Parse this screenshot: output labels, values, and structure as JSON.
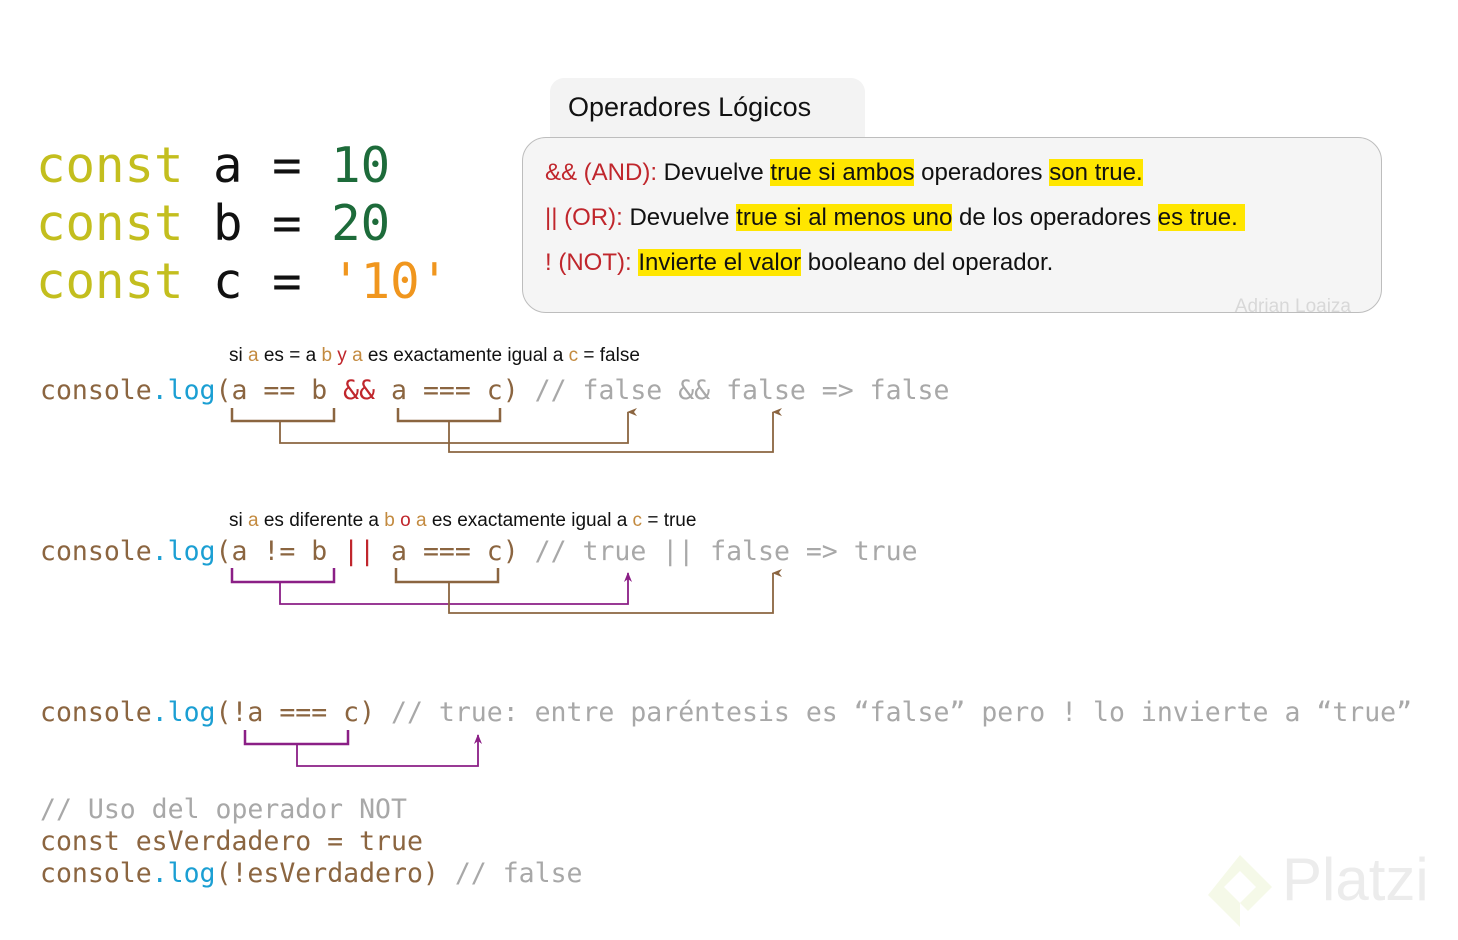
{
  "declarations": [
    {
      "kw": "const",
      "name": "a",
      "eq": "=",
      "value": "10",
      "type": "num"
    },
    {
      "kw": "const",
      "name": "b",
      "eq": "=",
      "value": "20",
      "type": "num"
    },
    {
      "kw": "const",
      "name": "c",
      "eq": "=",
      "value": "'10'",
      "type": "str"
    }
  ],
  "panel": {
    "title": "Operadores Lógicos",
    "lines": [
      {
        "op": "&& (AND):",
        "t1": " Devuelve ",
        "h1": "true si ambos",
        "t2": " operadores ",
        "h2": "son true."
      },
      {
        "op": "|| (OR):",
        "t1": " Devuelve ",
        "h1": "true si al menos uno",
        "t2": " de los operadores ",
        "h2": "es true. "
      },
      {
        "op": "! (NOT):",
        "t1": " ",
        "h1": "Invierte el valor",
        "t2": " booleano del operador.",
        "h2": ""
      }
    ],
    "signature": "Adrian Loaiza"
  },
  "example1": {
    "note": [
      "si ",
      "a",
      " es = a ",
      "b",
      " ",
      "y",
      " ",
      "a",
      " es exactamente igual a ",
      "c",
      " = false"
    ],
    "console": "console",
    ".log": ".log",
    "args1": "(a == b ",
    "op": "&&",
    "args2": " a === c)",
    "comment": " // false && false => false"
  },
  "example2": {
    "note": [
      "si ",
      "a",
      " es diferente a ",
      "b",
      " ",
      "o",
      " ",
      "a",
      " es exactamente igual a ",
      "c",
      " = true"
    ],
    "console": "console",
    ".log": ".log",
    "args1": "(a != b ",
    "op": "||",
    "args2": " a === c)",
    "comment": " // true || false => true"
  },
  "example3": {
    "console": "console",
    ".log": ".log",
    "args": "(!a === c)",
    "comment": " // true: entre paréntesis es “false” pero ! lo invierte a “true”"
  },
  "example4": {
    "comment": "// Uso del operador NOT",
    "decl": "const esVerdadero = true",
    "console": "console",
    ".log": ".log",
    "args": "(!esVerdadero)",
    "comment2": " // false"
  },
  "logo": "Platzi",
  "colors": {
    "keyword": "#c3be1e",
    "number": "#1d6b3a",
    "string": "#f0961e",
    "console": "#8b6540",
    "log": "#1b9fd3",
    "operator": "#c0262c",
    "highlight": "#ffe600",
    "purple": "#8b1f86"
  }
}
